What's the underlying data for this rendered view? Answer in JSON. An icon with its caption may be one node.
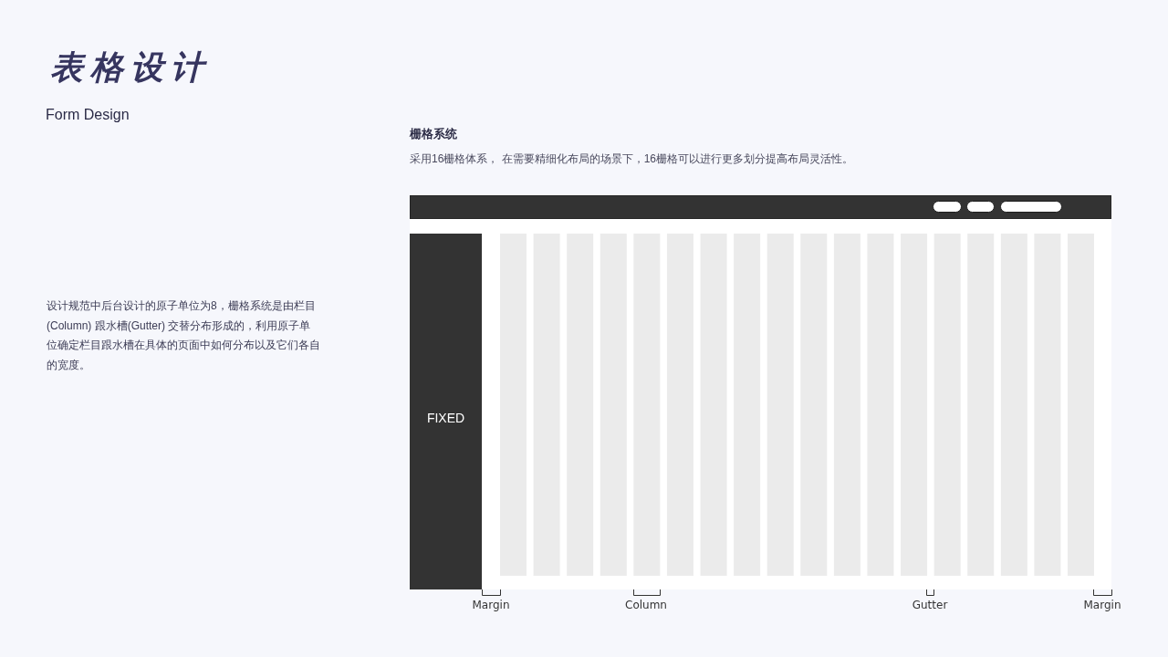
{
  "diagram": {
    "title": "表格设计",
    "nodes": [
      {
        "text": [
          "FIXED"
        ]
      }
    ],
    "labels": [
      "Form Design",
      "栅格系统",
      "采用16栅格体系， 在需要精细化布局的场景下，16栅格可以进行更多划分提高布局灵活性。",
      "设计规范中后台设计的原子单位为8，栅格系统是由栏目(Column) 跟水槽(Gutter) 交替分布形成的，利用原子单位确定栏目跟水槽在具体的页面中如何分布以及它们各自的宽度。",
      "Margin",
      "Column",
      "Gutter",
      "Margin"
    ]
  }
}
